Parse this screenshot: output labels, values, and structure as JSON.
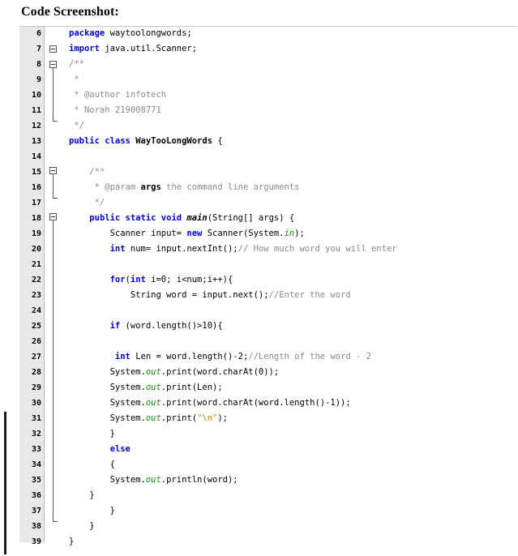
{
  "heading": "Code Screenshot:",
  "lines": [
    {
      "n": "6",
      "html": "<span class=\"kw\">package</span> waytoolongwords;"
    },
    {
      "n": "7",
      "html": "<span class=\"kw\">import</span> java.util.Scanner;"
    },
    {
      "n": "8",
      "html": "<span class=\"cm\">/**</span>"
    },
    {
      "n": "9",
      "html": "<span class=\"cm\"> *</span>"
    },
    {
      "n": "10",
      "html": "<span class=\"cm\"> * @author infotech</span>"
    },
    {
      "n": "11",
      "html": "<span class=\"cm\"> * Norah 219008771</span>"
    },
    {
      "n": "12",
      "html": "<span class=\"cm\"> */</span>"
    },
    {
      "n": "13",
      "html": "<span class=\"kw\">public class</span> <span class=\"bold\">WayTooLongWords</span> {"
    },
    {
      "n": "14",
      "html": ""
    },
    {
      "n": "15",
      "html": "    <span class=\"cm\">/**</span>"
    },
    {
      "n": "16",
      "html": "<span class=\"cm\">     * @param </span><span class=\"bold\">args</span><span class=\"cm\"> the command line arguments</span>"
    },
    {
      "n": "17",
      "html": "<span class=\"cm\">     */</span>"
    },
    {
      "n": "18",
      "html": "    <span class=\"kw\">public static void</span> <span class=\"it\">main</span>(String[] args) {"
    },
    {
      "n": "19",
      "html": "        Scanner input= <span class=\"kw\">new</span> Scanner(System.<span class=\"fld\">in</span>);"
    },
    {
      "n": "20",
      "html": "        <span class=\"kw\">int</span> num= input.nextInt();<span class=\"cm\">// How much word you will enter</span>"
    },
    {
      "n": "21",
      "html": ""
    },
    {
      "n": "22",
      "html": "        <span class=\"kw\">for</span>(<span class=\"kw\">int</span> i=0; i&lt;num;i++){"
    },
    {
      "n": "23",
      "html": "            String word = input.next();<span class=\"cm\">//Enter the word</span>"
    },
    {
      "n": "24",
      "html": ""
    },
    {
      "n": "25",
      "html": "        <span class=\"kw\">if</span> (word.length()&gt;10){"
    },
    {
      "n": "26",
      "html": ""
    },
    {
      "n": "27",
      "html": "         <span class=\"kw\">int</span> Len = word.length()-2;<span class=\"cm\">//Length of the word - 2</span>"
    },
    {
      "n": "28",
      "html": "        System.<span class=\"fld\">out</span>.print(word.charAt(0));"
    },
    {
      "n": "29",
      "html": "        System.<span class=\"fld\">out</span>.print(Len);"
    },
    {
      "n": "30",
      "html": "        System.<span class=\"fld\">out</span>.print(word.charAt(word.length()-1));"
    },
    {
      "n": "31",
      "html": "        System.<span class=\"fld\">out</span>.print(<span class=\"st\">\"\\n\"</span>);"
    },
    {
      "n": "32",
      "html": "        }"
    },
    {
      "n": "33",
      "html": "        <span class=\"kw\">else</span>"
    },
    {
      "n": "34",
      "html": "        {"
    },
    {
      "n": "35",
      "html": "        System.<span class=\"fld\">out</span>.println(word);"
    },
    {
      "n": "36",
      "html": "    }"
    },
    {
      "n": "37",
      "html": "        }"
    },
    {
      "n": "38",
      "html": "    }"
    },
    {
      "n": "39",
      "html": "}"
    }
  ]
}
